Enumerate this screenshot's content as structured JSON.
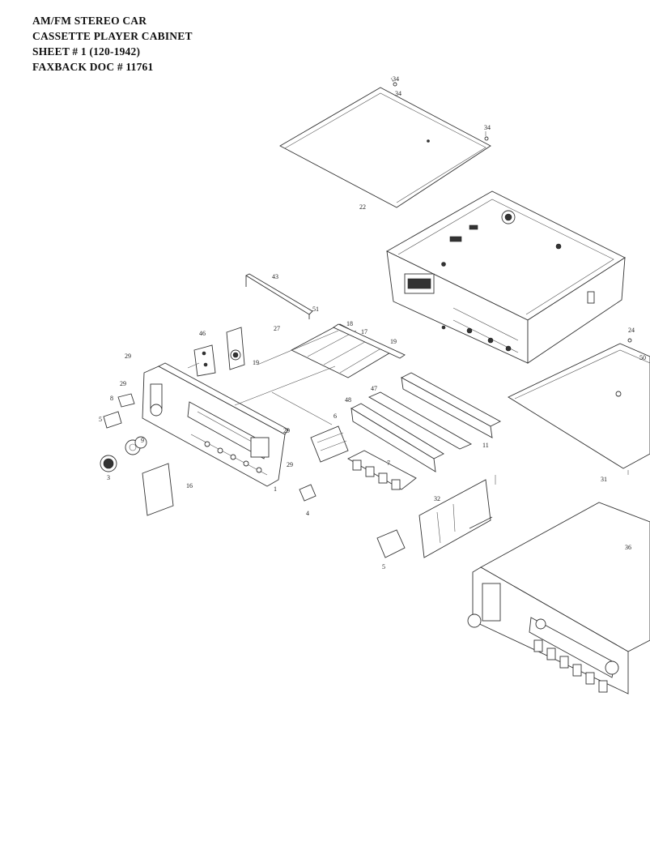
{
  "header": {
    "line1": "AM/FM STEREO CAR",
    "line2": "CASSETTE PLAYER CABINET",
    "line3": "SHEET # 1  (120-1942)",
    "line4": "FAXBACK DOC # 11761"
  },
  "callouts": [
    "34",
    "34",
    "34",
    "22",
    "43",
    "27",
    "51",
    "18",
    "17",
    "19",
    "46",
    "19",
    "29",
    "29",
    "8",
    "5",
    "9",
    "3",
    "16",
    "29",
    "29",
    "6",
    "48",
    "47",
    "11",
    "7",
    "1",
    "4",
    "32",
    "5",
    "24",
    "50",
    "31",
    "36"
  ]
}
